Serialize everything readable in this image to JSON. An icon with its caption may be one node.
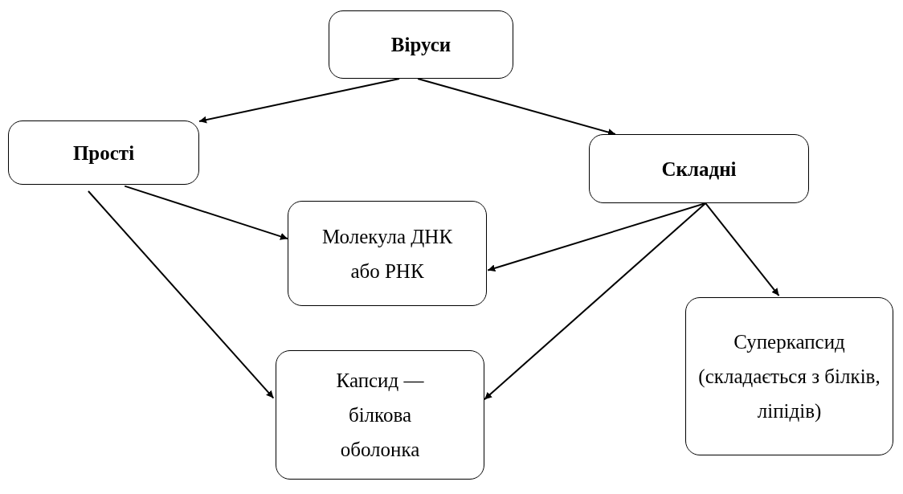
{
  "diagram": {
    "nodes": [
      {
        "text": [
          "Віруси"
        ]
      },
      {
        "text": [
          "Прості"
        ]
      },
      {
        "text": [
          "Складні"
        ]
      },
      {
        "text": [
          "Молекула ДНК або РНК"
        ]
      },
      {
        "text": [
          "Капсид — білкова оболонка"
        ]
      },
      {
        "text": [
          "Суперкапсид (складається з білків, ліпідів)"
        ]
      }
    ],
    "edges": [
      {
        "from": 0,
        "to": 1,
        "arrow": "to"
      },
      {
        "from": 0,
        "to": 2,
        "arrow": "to"
      },
      {
        "from": 1,
        "to": 3,
        "arrow": "to"
      },
      {
        "from": 1,
        "to": 4,
        "arrow": "to"
      },
      {
        "from": 2,
        "to": 3,
        "arrow": "to"
      },
      {
        "from": 2,
        "to": 4,
        "arrow": "to"
      },
      {
        "from": 2,
        "to": 5,
        "arrow": "to"
      }
    ]
  }
}
